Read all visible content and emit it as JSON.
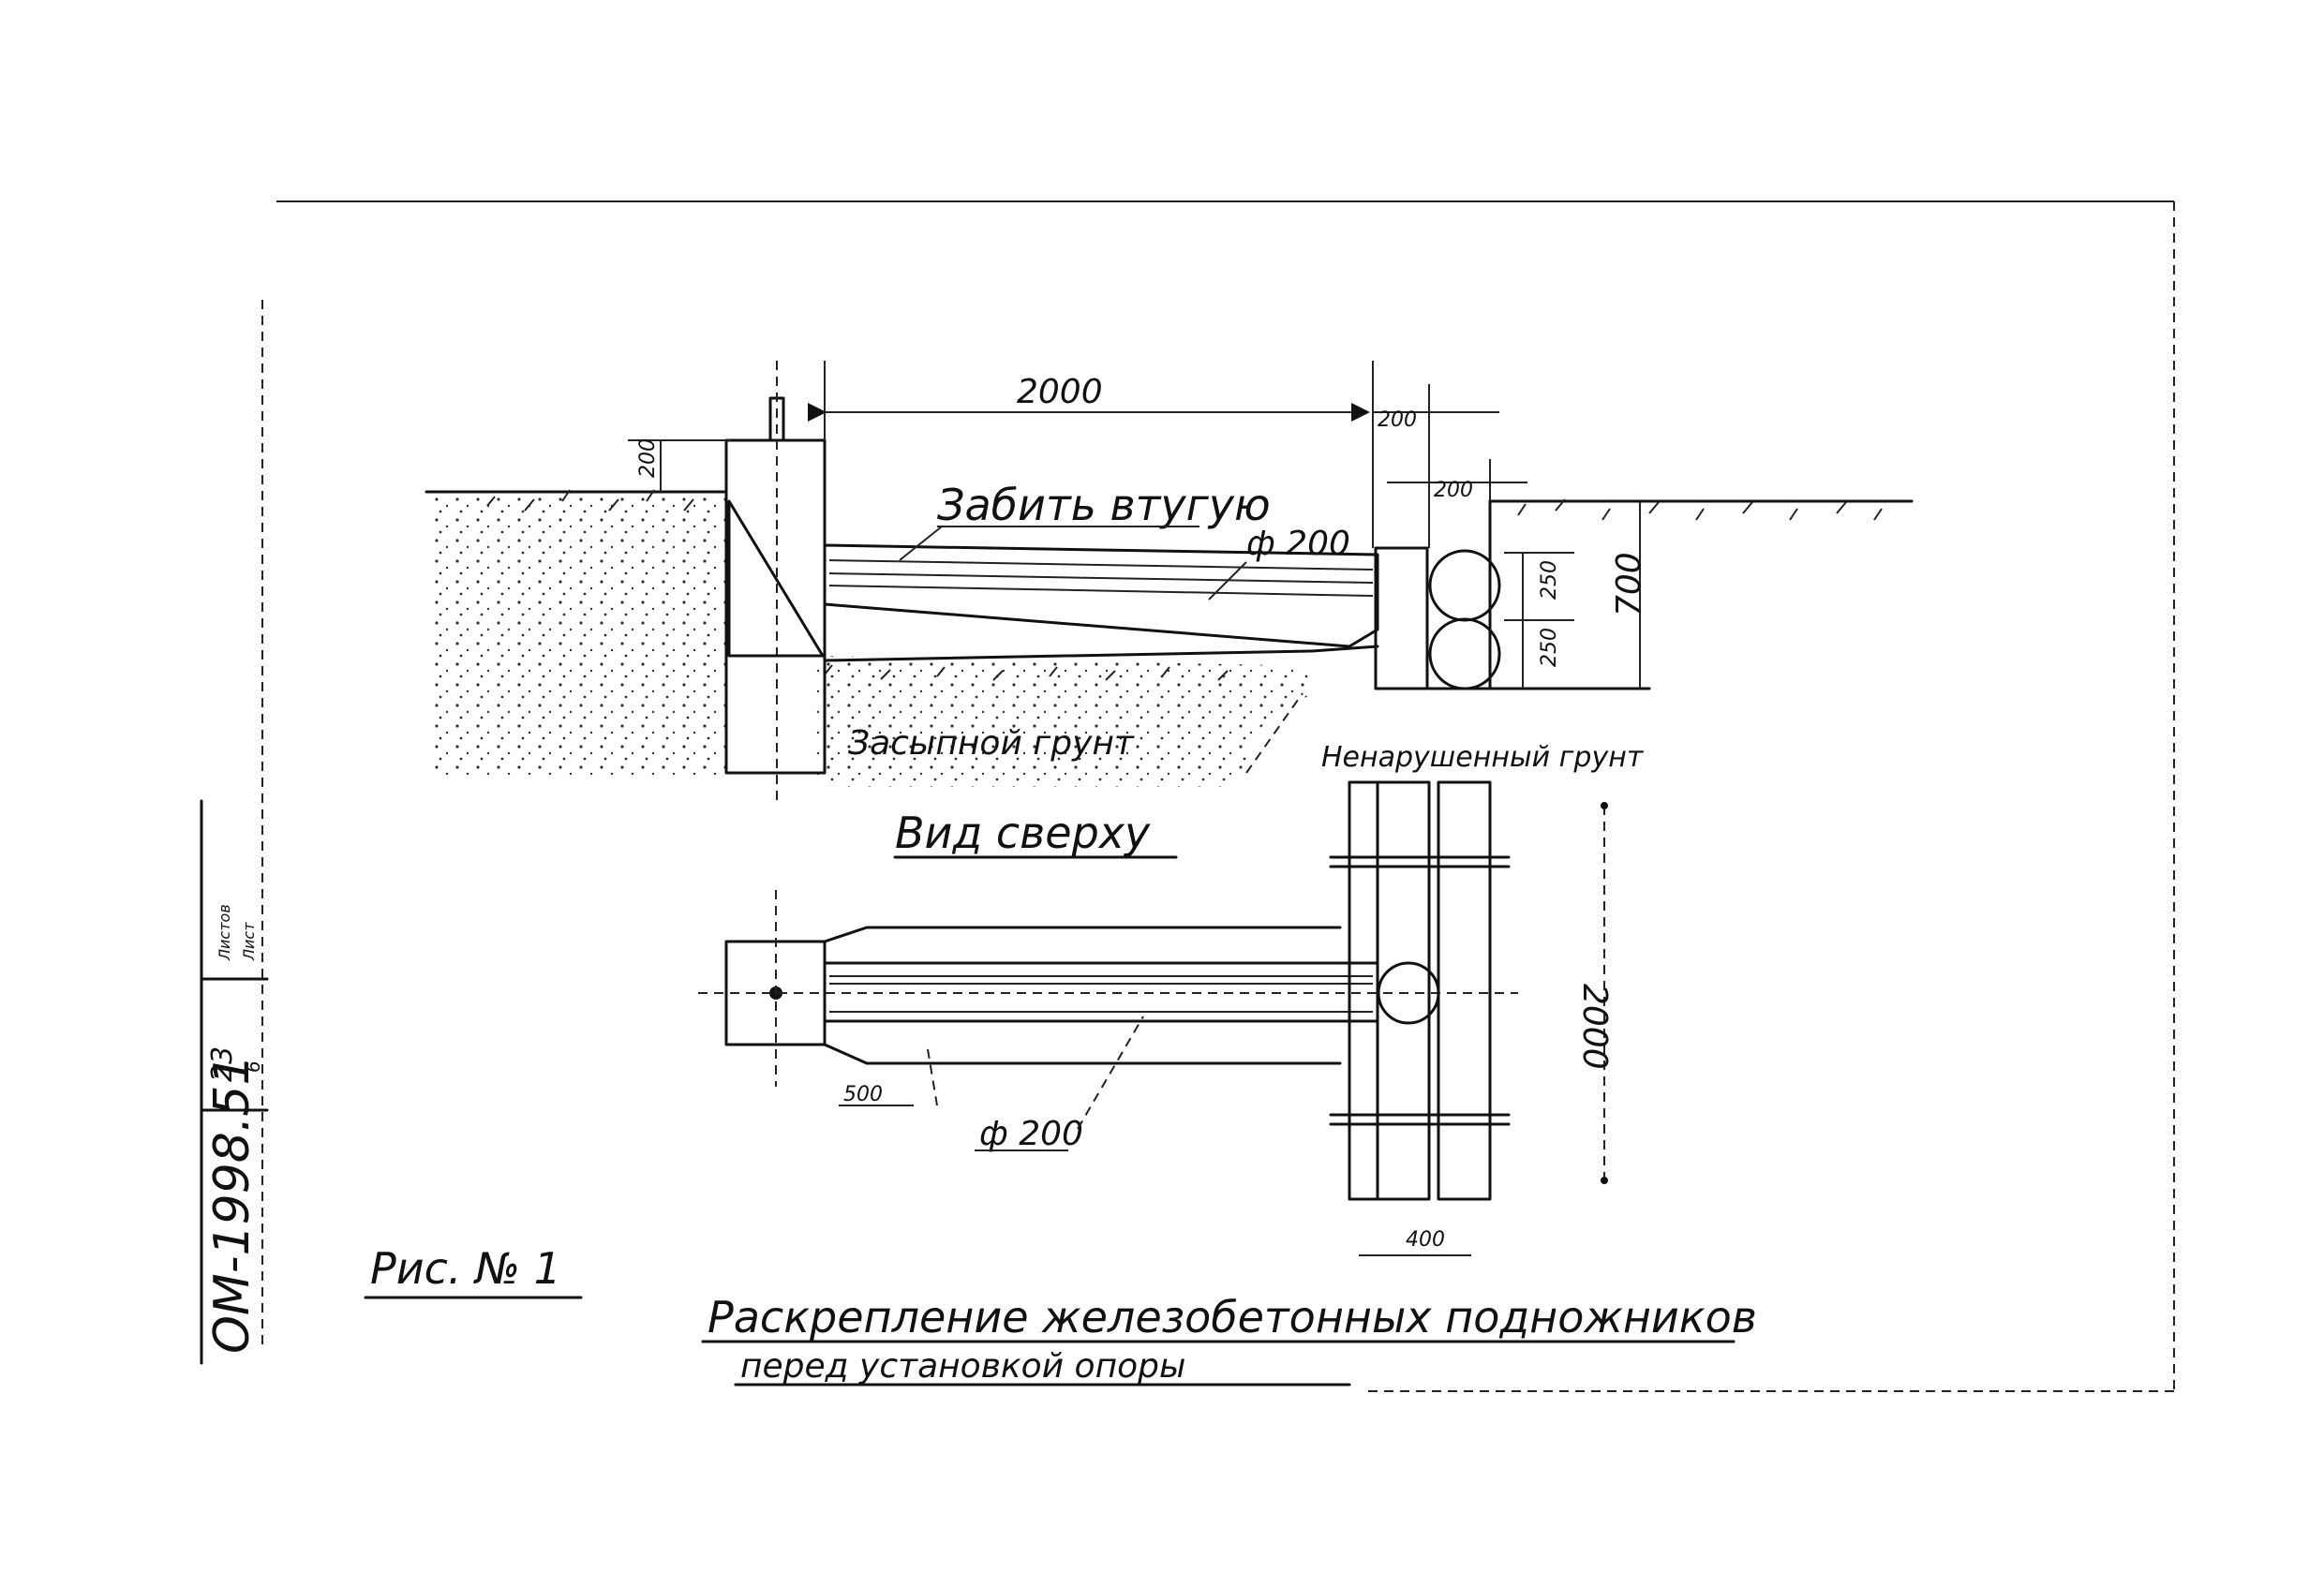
{
  "labels": {
    "hammer_tight": "Забить втугую",
    "dia_side": "ф 200",
    "dia_top": "ф 200",
    "fill_soil": "Засыпной грунт",
    "undisturbed_soil": "Ненарушенный грунт",
    "top_view": "Вид сверху",
    "fig_number": "Рис. № 1",
    "title_line1": "Раскрепление железобетонных подножников",
    "title_line2": "перед установкой опоры"
  },
  "dimensions": {
    "span": "2000",
    "post_width": "200",
    "post_offset": "200",
    "ground_offset": "200",
    "log_1": "250",
    "log_2": "250",
    "depth": "700",
    "length_top": "2000",
    "base_500": "500",
    "width_400": "400"
  },
  "stamp": {
    "doc_number": "ОМ-1998.51",
    "sheet": "23",
    "sheet_sub": "6",
    "label_a": "Листов",
    "label_b": "Лист"
  }
}
